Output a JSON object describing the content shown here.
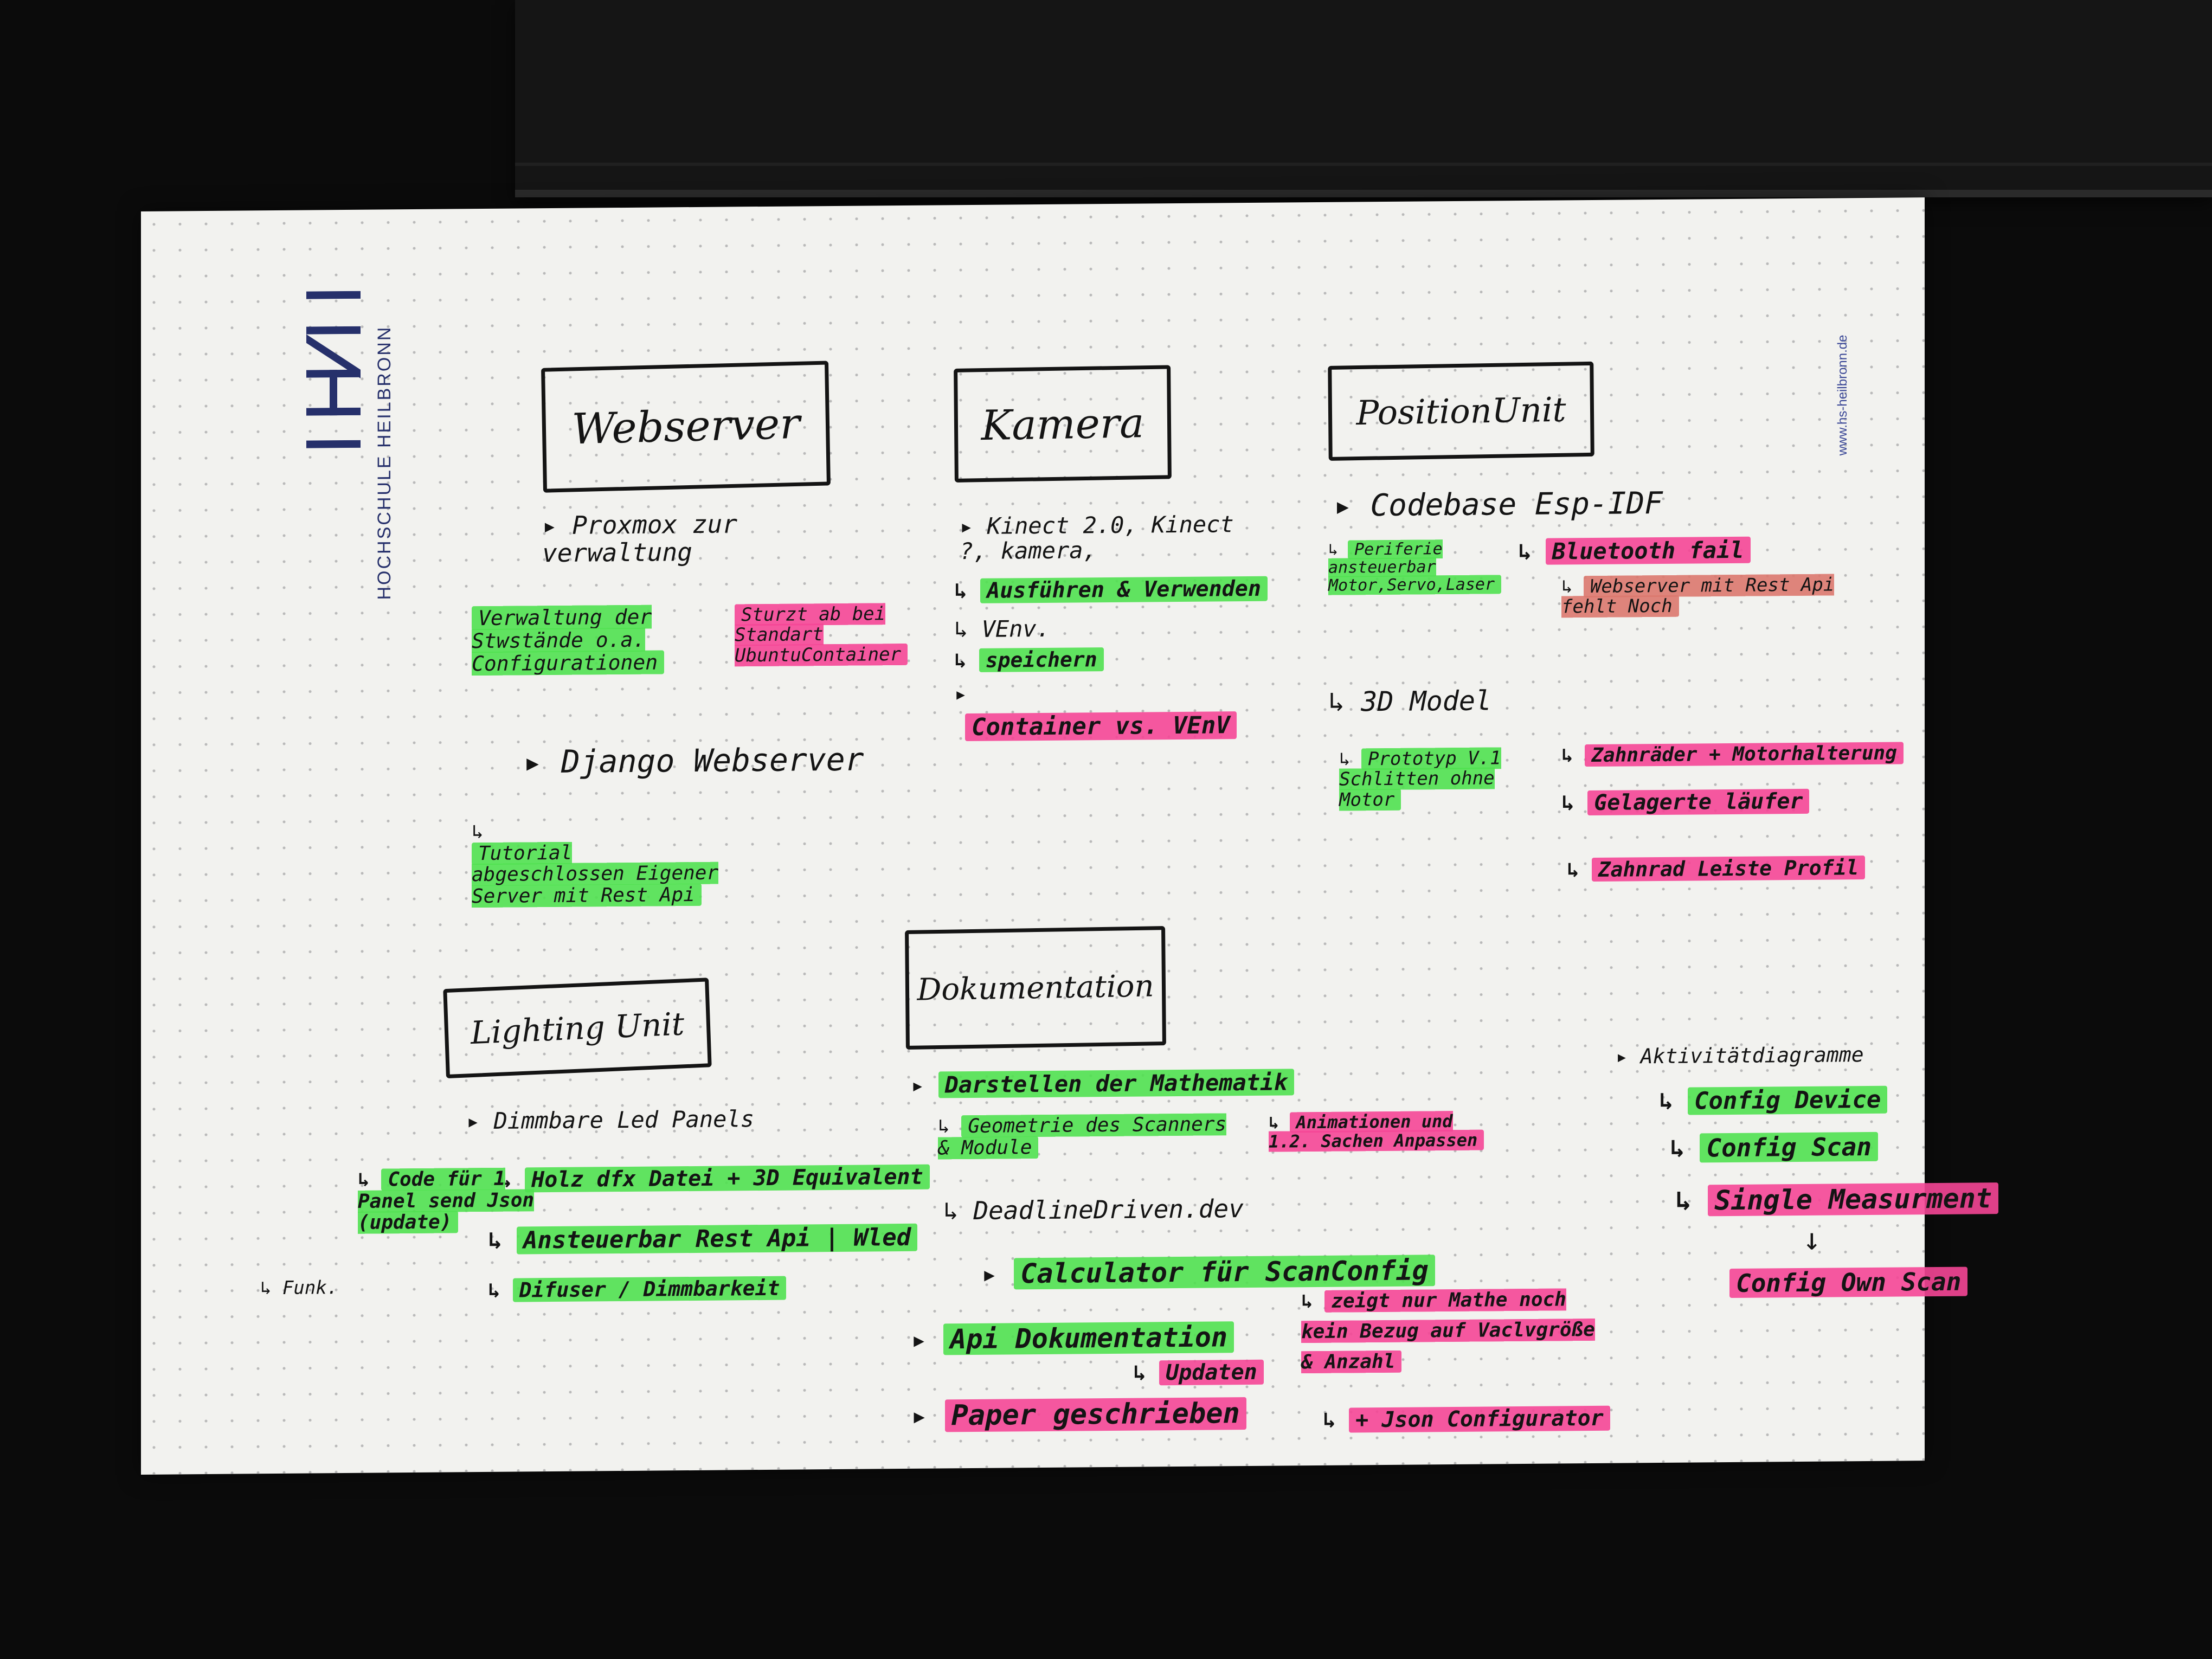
{
  "logo": {
    "name": "HOCHSCHULE HEILBRONN",
    "url": "www.hs-heilbronn.de"
  },
  "webserver": {
    "title": "Webserver",
    "proxmox": "Proxmox zur verwaltung",
    "verwaltung": "Verwaltung der Stwstände o.a. Configurationen",
    "sturz": "Sturzt ab bei Standart UbuntuContainer",
    "django": "Django Webserver",
    "tutorial": "Tutorial abgeschlossen Eigener Server mit Rest Api"
  },
  "kamera": {
    "title": "Kamera",
    "kinect": "Kinect 2.0, Kinect ?, kamera,",
    "ausfuehren": "Ausführen & Verwenden",
    "venv": "VEnv.",
    "speichern": "speichern",
    "container": "Container vs. VEnV"
  },
  "position": {
    "title": "PositionUnit",
    "codebase": "Codebase Esp-IDF",
    "periferie": "Periferie ansteuerbar Motor,Servo,Laser",
    "bluetooth": "Bluetooth fail",
    "webserver_rest": "Webserver mit Rest Api fehlt Noch",
    "model": "3D Model",
    "prototyp": "Prototyp V.1 Schlitten ohne Motor",
    "zahnraeder": "Zahnräder + Motorhalterung",
    "gelagerte": "Gelagerte läufer",
    "zahnrad": "Zahnrad Leiste Profil"
  },
  "lighting": {
    "title": "Lighting Unit",
    "dimmbar": "Dimmbare Led Panels",
    "holz": "Holz dfx Datei + 3D Equivalent",
    "ansteuer": "Ansteuerbar Rest Api | Wled",
    "difuser": "Difuser / Dimmbarkeit",
    "code": "Code für 1 Panel send Json (update)",
    "funk": "Funk."
  },
  "doku": {
    "title": "Dokumentation",
    "mathe": "Darstellen der Mathematik",
    "geometrie": "Geometrie des Scanners & Module",
    "animationen": "Animationen und 1.2. Sachen Anpassen",
    "deadline": "DeadlineDriven.dev",
    "calculator": "Calculator für ScanConfig",
    "zeigt": "zeigt nur Mathe noch kein Bezug auf Vaclvgröße & Anzahl",
    "json_conf": "+ Json Configurator",
    "api": "Api Dokumentation",
    "updaten": "Updaten",
    "paper": "Paper geschrieben"
  },
  "aktivitaet": {
    "title": "Aktivitätdiagramme",
    "device": "Config Device",
    "scan": "Config Scan",
    "single": "Single Measurment",
    "own": "Config Own Scan"
  }
}
